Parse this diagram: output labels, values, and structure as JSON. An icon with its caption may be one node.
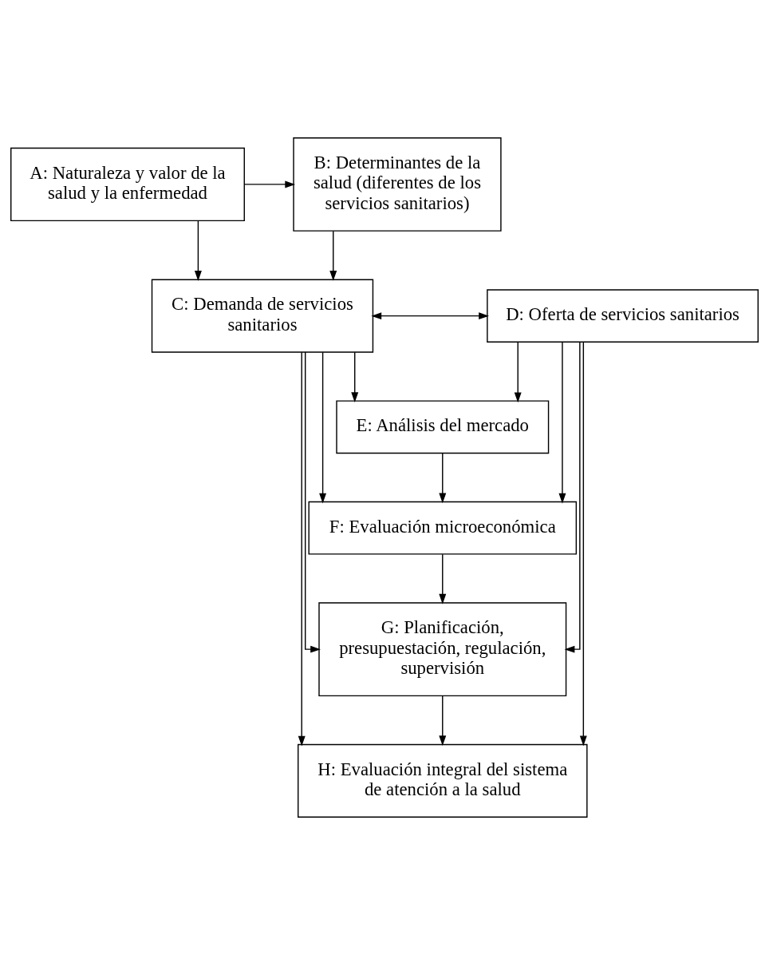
{
  "diagram": {
    "nodes": [
      {
        "text": [
          "B: Determinantes de la salud (diferentes de los servicios sanitarios)"
        ]
      },
      {
        "text": [
          "A: Naturaleza y valor de la salud y la enfermedad"
        ]
      },
      {
        "text": [
          "C: Demanda de servicios sanitarios"
        ]
      },
      {
        "text": [
          "D: Oferta de servicios sanitarios"
        ]
      },
      {
        "text": [
          "E: Análisis del mercado"
        ]
      },
      {
        "text": [
          "F: Evaluación microeconómica"
        ]
      },
      {
        "text": [
          "G: Planificación, presupuestación, regulación, supervisión"
        ]
      },
      {
        "text": [
          "H: Evaluación integral del sistema de atención a la salud"
        ]
      }
    ],
    "edges": [
      {
        "from": 1,
        "to": 0,
        "arrow": "to"
      },
      {
        "from": 0,
        "to": 2,
        "arrow": "to"
      },
      {
        "from": 1,
        "to": 2,
        "arrow": "to"
      },
      {
        "from": 2,
        "to": 3,
        "arrow": "both"
      },
      {
        "from": 2,
        "to": 4,
        "arrow": "to"
      },
      {
        "from": 3,
        "to": 4,
        "arrow": "to"
      },
      {
        "from": 4,
        "to": 5,
        "arrow": "to"
      },
      {
        "from": 2,
        "to": 5,
        "arrow": "to"
      },
      {
        "from": 3,
        "to": 5,
        "arrow": "to"
      },
      {
        "from": 5,
        "to": 6,
        "arrow": "to"
      },
      {
        "from": 2,
        "to": 6,
        "arrow": "to"
      },
      {
        "from": 3,
        "to": 6,
        "arrow": "to"
      },
      {
        "from": 6,
        "to": 7,
        "arrow": "to"
      },
      {
        "from": 2,
        "to": 7,
        "arrow": "to"
      },
      {
        "from": 3,
        "to": 7,
        "arrow": "to"
      }
    ]
  }
}
